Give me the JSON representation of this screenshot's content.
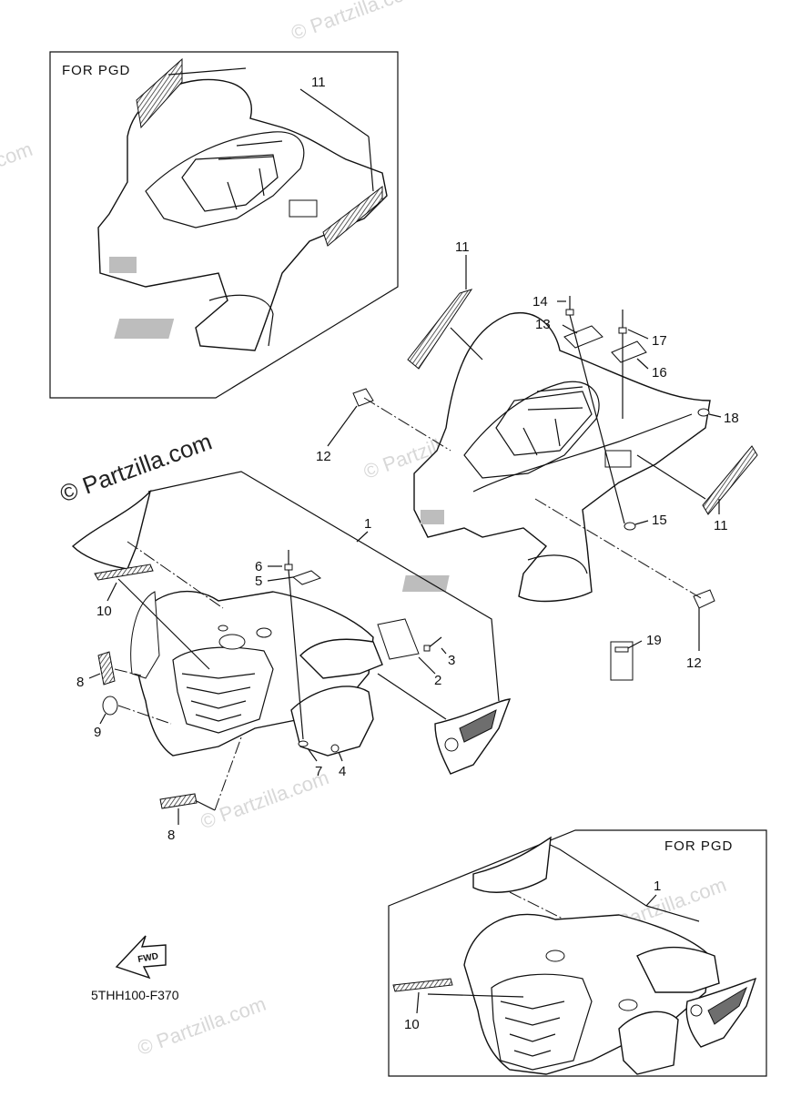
{
  "watermarks": [
    "© Partzilla.com"
  ],
  "boxes": {
    "top_left_label": "FOR  PGD",
    "bottom_right_label": "FOR  PGD"
  },
  "diagram_code": "5THH100-F370",
  "fwd_label": "FWD",
  "callouts": {
    "c1a": "1",
    "c1b": "1",
    "c2": "2",
    "c3": "3",
    "c4": "4",
    "c5": "5",
    "c6": "6",
    "c7": "7",
    "c8a": "8",
    "c8b": "8",
    "c9": "9",
    "c10a": "10",
    "c10b": "10",
    "c11a": "11",
    "c11b": "11",
    "c11c": "11",
    "c12a": "12",
    "c12b": "12",
    "c13": "13",
    "c14": "14",
    "c15": "15",
    "c16": "16",
    "c17": "17",
    "c18": "18",
    "c19": "19"
  },
  "colors": {
    "line": "#111111",
    "watermark": "#d8d8d8",
    "shade": "#bdbdbd"
  }
}
